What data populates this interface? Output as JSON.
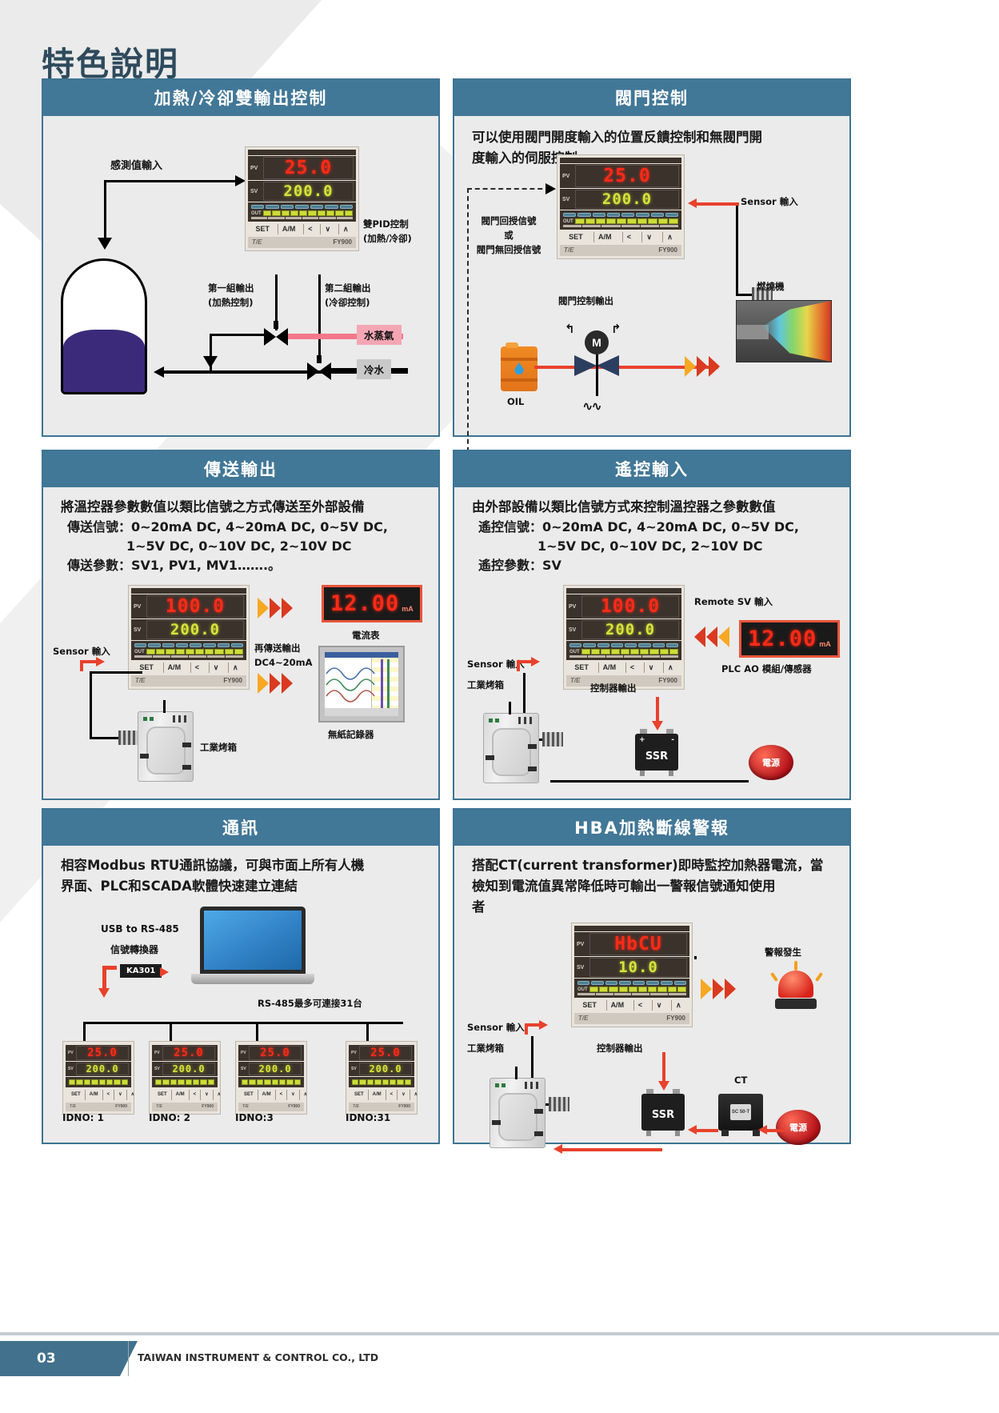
{
  "page": {
    "title": "特色說明",
    "number": "03",
    "company": "TAIWAN INSTRUMENT & CONTROL CO., LTD"
  },
  "device": {
    "brand": "T/E",
    "model": "FY900",
    "pv_tag": "PV",
    "sv_tag": "SV",
    "out_tag": "OUT",
    "buttons": [
      "SET",
      "A/M",
      "<",
      "∨",
      "∧"
    ]
  },
  "panels": [
    {
      "id": "heat-cool",
      "title": "加熱/冷卻雙輸出控制",
      "device": {
        "pv": "25.0",
        "sv": "200.0"
      },
      "labels": {
        "sensor_input": "感測值輸入",
        "dual_pid_1": "雙PID控制",
        "dual_pid_2": "(加熱/冷卻)",
        "out1_1": "第一組輸出",
        "out1_2": "(加熱控制)",
        "out2_1": "第二組輸出",
        "out2_2": "(冷卻控制)",
        "steam": "水蒸氣",
        "coolwater": "冷水"
      }
    },
    {
      "id": "valve-control",
      "title": "閥門控制",
      "body_line1": "可以使用閥門開度輸入的位置反饋控制和無閥門開",
      "body_line2": "度輸入的伺服控制",
      "device": {
        "pv": "25.0",
        "sv": "200.0"
      },
      "labels": {
        "fb1": "閥門回授信號",
        "fb2": "或",
        "fb3": "閥門無回授信號",
        "valve_out": "閥門控制輸出",
        "sensor_input": "Sensor 輸入",
        "burner": "燃燒機",
        "oil": "OIL",
        "motor": "M"
      }
    },
    {
      "id": "transmission-output",
      "title": "傳送輸出",
      "body_line1": "將溫控器參數數值以類比信號之方式傳送至外部設備",
      "body_line2": "傳送信號：0~20mA DC, 4~20mA DC, 0~5V DC,",
      "body_line3": "1~5V DC, 0~10V DC, 2~10V DC",
      "body_line4": "傳送參數：SV1, PV1, MV1…….。",
      "device": {
        "pv": "100.0",
        "sv": "200.0"
      },
      "meter": {
        "value": "12.00",
        "unit": "mA"
      },
      "labels": {
        "sensor_input": "Sensor 輸入",
        "retrans1": "再傳送輸出",
        "retrans2": "DC4~20mA",
        "ammeter": "電流表",
        "oven": "工業烤箱",
        "recorder": "無紙記錄器"
      }
    },
    {
      "id": "remote-input",
      "title": "遙控輸入",
      "body_line1": "由外部設備以類比信號方式來控制溫控器之參數數值",
      "body_line2": "遙控信號：0~20mA DC, 4~20mA DC, 0~5V DC,",
      "body_line3": "1~5V DC, 0~10V DC, 2~10V DC",
      "body_line4": "遙控參數：SV",
      "device": {
        "pv": "100.0",
        "sv": "200.0"
      },
      "meter": {
        "value": "12.00",
        "unit": "mA"
      },
      "labels": {
        "remote_sv": "Remote SV 輸入",
        "plc_ao": "PLC AO 模組/傳感器",
        "sensor_input": "Sensor 輸入",
        "oven": "工業烤箱",
        "ctrl_out": "控制器輸出",
        "ssr": "SSR",
        "ssr_plus": "+",
        "ssr_minus": "-",
        "power": "電源"
      }
    },
    {
      "id": "communication",
      "title": "通訊",
      "body_line1": "相容Modbus RTU通訊協議，可與市面上所有人機",
      "body_line2": "界面、PLC和SCADA軟體快速建立連結",
      "labels": {
        "usb1": "USB to RS-485",
        "usb2": "信號轉換器",
        "converter_model": "KA301",
        "rs485_note": "RS-485最多可連接31台"
      },
      "units": [
        {
          "idno": "IDNO: 1",
          "pv": "25.0",
          "sv": "200.0"
        },
        {
          "idno": "IDNO: 2",
          "pv": "25.0",
          "sv": "200.0"
        },
        {
          "idno": "IDNO:3",
          "pv": "25.0",
          "sv": "200.0"
        },
        {
          "idno": "IDNO:31",
          "pv": "25.0",
          "sv": "200.0"
        }
      ]
    },
    {
      "id": "hba-alarm",
      "title": "HBA加熱斷線警報",
      "body_line1": "搭配CT(current transformer)即時監控加熱器電流，當",
      "body_line2": "檢知到電流值異常降低時可輸出一警報信號通知使用",
      "body_line3": "者",
      "device": {
        "pv": "HbCU",
        "sv": "10.0"
      },
      "labels": {
        "alarm": "警報發生",
        "sensor_input": "Sensor 輸入",
        "oven": "工業烤箱",
        "ctrl_out": "控制器輸出",
        "ssr": "SSR",
        "ct": "CT",
        "ct_model": "SC 50-T",
        "power": "電源"
      }
    }
  ],
  "colors": {
    "brand_blue": "#417797",
    "panel_bg": "#ebebeb",
    "red_led": "#ff2a17",
    "green_led": "#d8e23c",
    "steam_pink": "#f4a6b4",
    "cool_grey": "#c9c9c9",
    "wire_red": "#e8412c",
    "liquid": "#3b2a7a"
  }
}
